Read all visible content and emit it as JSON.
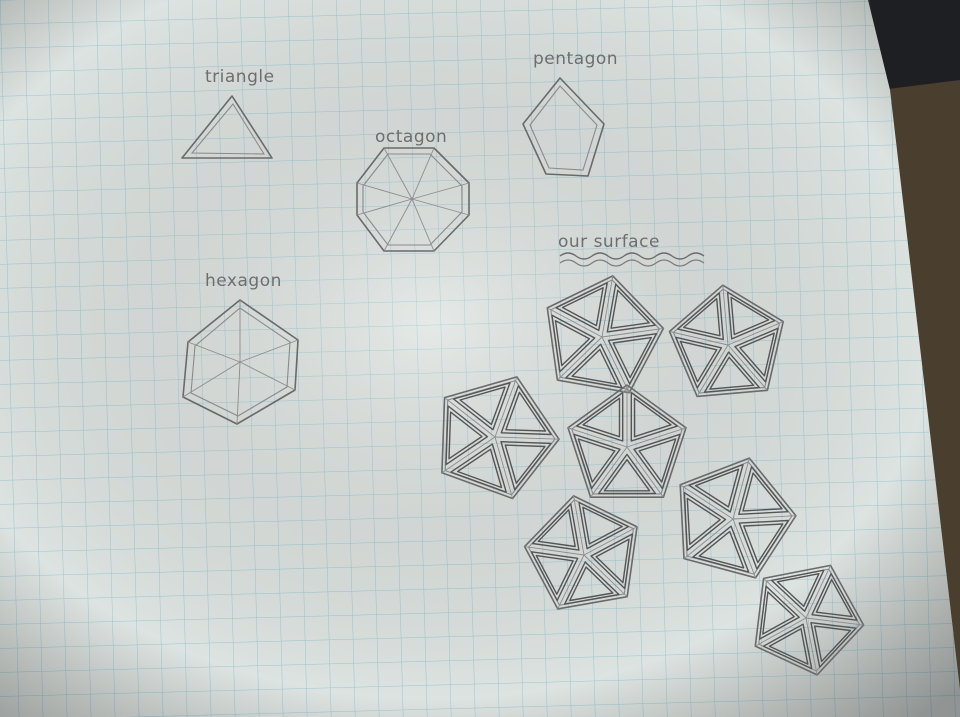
{
  "labels": {
    "triangle": "triangle",
    "octagon": "octagon",
    "pentagon": "pentagon",
    "hexagon": "hexagon",
    "surface": "our surface"
  },
  "colors": {
    "paper": "#dfe4e1",
    "grid": "#9fc9d4",
    "pencil": "#5e5e5e",
    "background": "#2a2620"
  }
}
